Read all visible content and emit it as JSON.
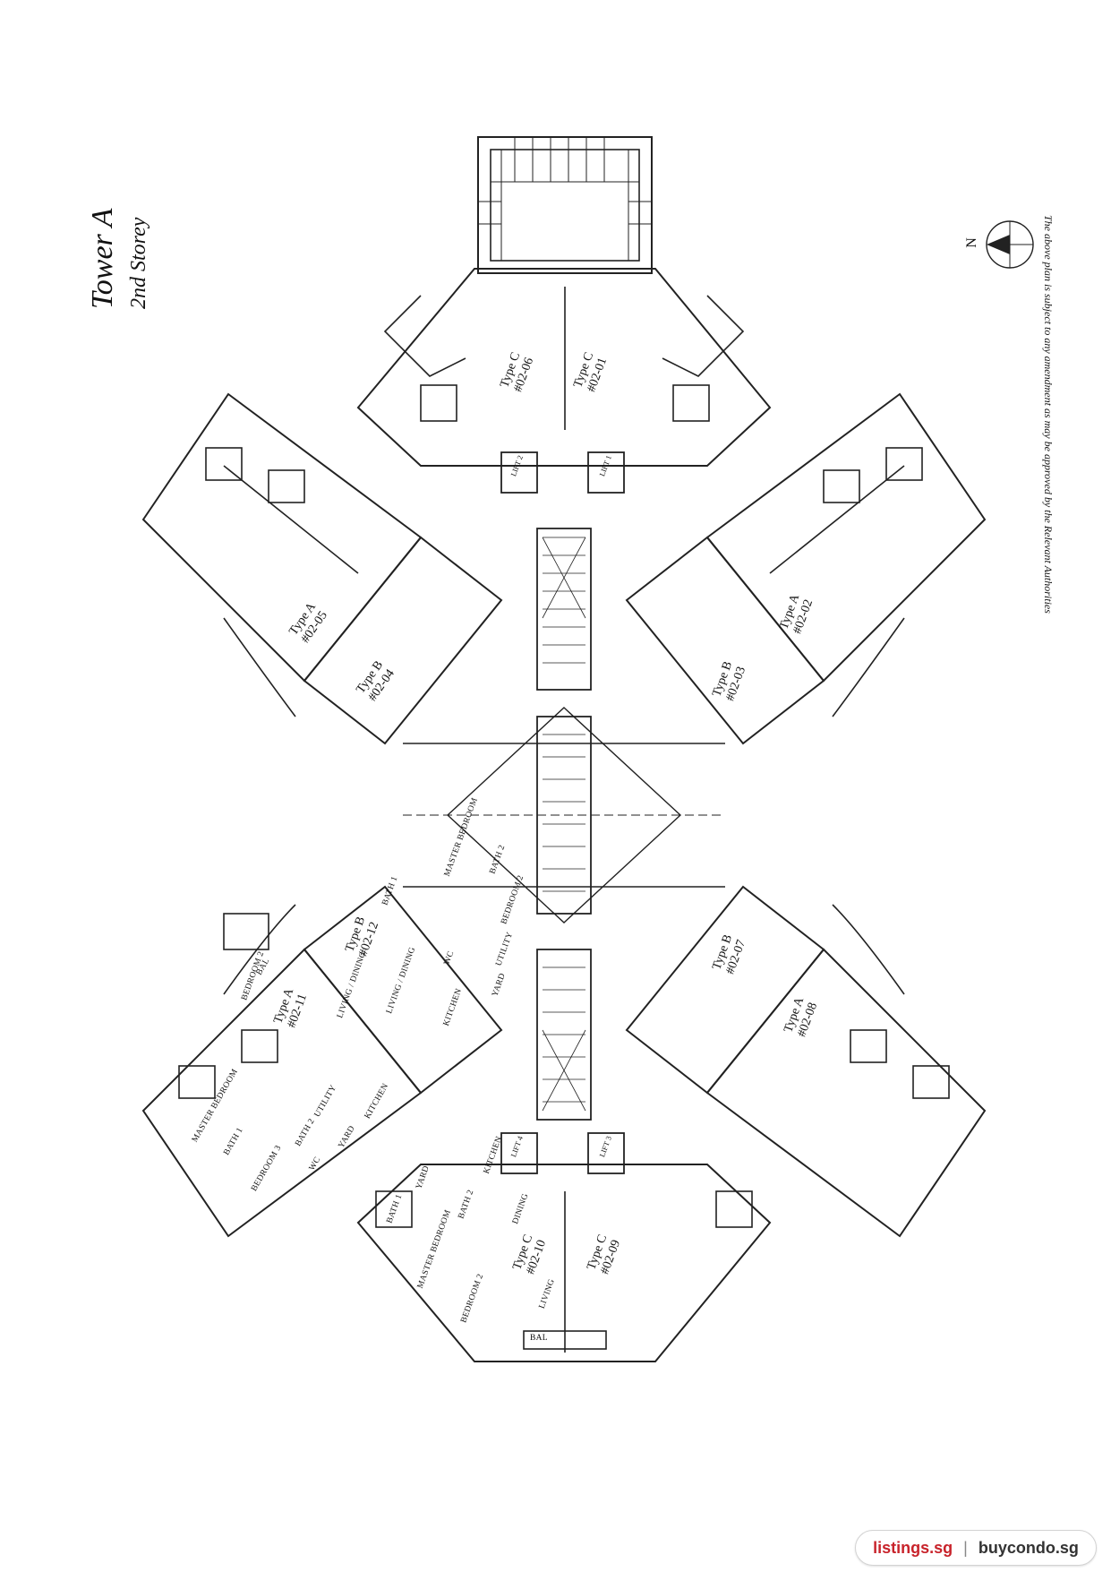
{
  "title": {
    "tower": "Tower A",
    "storey": "2nd Storey"
  },
  "north_label": "N",
  "disclaimer": "The above plan is subject to any amendment as may be approved by the Relevant Authorities",
  "units": [
    {
      "id": "u0206",
      "type": "Type C",
      "number": "#02-06"
    },
    {
      "id": "u0201",
      "type": "Type C",
      "number": "#02-01"
    },
    {
      "id": "u0205",
      "type": "Type A",
      "number": "#02-05"
    },
    {
      "id": "u0204",
      "type": "Type B",
      "number": "#02-04"
    },
    {
      "id": "u0203",
      "type": "Type B",
      "number": "#02-03"
    },
    {
      "id": "u0202",
      "type": "Type A",
      "number": "#02-02"
    },
    {
      "id": "u0212",
      "type": "Type B",
      "number": "#02-12"
    },
    {
      "id": "u0211",
      "type": "Type A",
      "number": "#02-11"
    },
    {
      "id": "u0207",
      "type": "Type B",
      "number": "#02-07"
    },
    {
      "id": "u0208",
      "type": "Type A",
      "number": "#02-08"
    },
    {
      "id": "u0210",
      "type": "Type C",
      "number": "#02-10"
    },
    {
      "id": "u0209",
      "type": "Type C",
      "number": "#02-09"
    }
  ],
  "rooms": {
    "master_bedroom": "MASTER BEDROOM",
    "bedroom_2": "BEDROOM 2",
    "bedroom_3": "BEDROOM 3",
    "bath_1": "BATH 1",
    "bath_2": "BATH 2",
    "living_dining": "LIVING / DINING",
    "kitchen": "KITCHEN",
    "yard": "YARD",
    "utility": "UTILITY",
    "wc": "WC",
    "bal": "BAL",
    "dining": "DINING",
    "living": "LIVING"
  },
  "lifts": [
    "LIFT 1",
    "LIFT 2",
    "LIFT 3",
    "LIFT 4"
  ],
  "badge": {
    "site1": "listings.sg",
    "separator": "|",
    "site2": "buycondo.sg"
  }
}
